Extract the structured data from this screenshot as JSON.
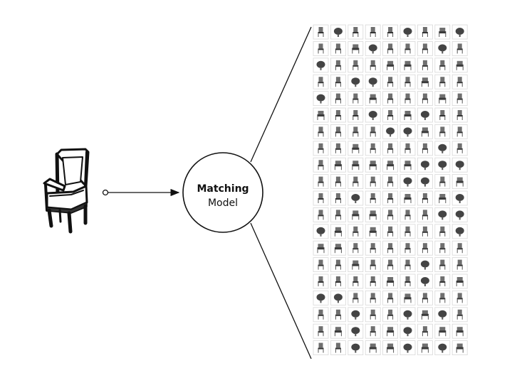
{
  "diagram": {
    "node": {
      "title": "Matching",
      "subtitle": "Model"
    },
    "input": {
      "icon": "armchair-sketch-icon"
    },
    "gallery": {
      "rows": 20,
      "cols": 9,
      "item_icon": "chair-thumbnail-icon"
    },
    "colors": {
      "line": "#111111",
      "thumb_border": "#d8d8d8",
      "thumb_fill": "#6f6f6f"
    }
  }
}
